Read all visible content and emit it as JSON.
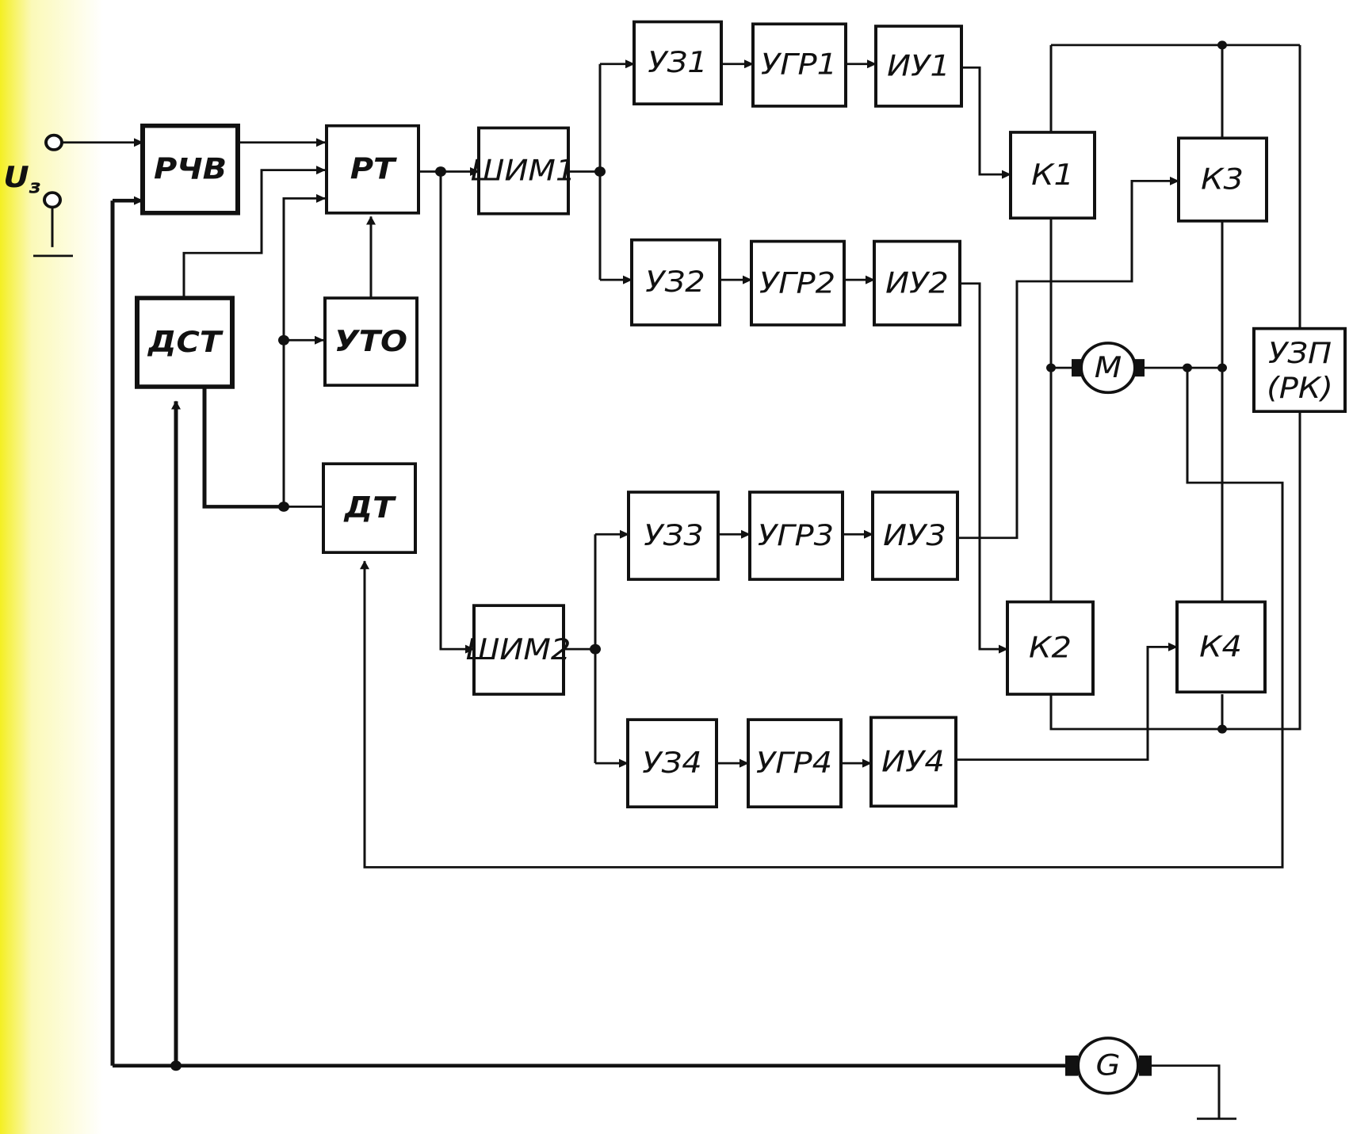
{
  "input_label": "U",
  "input_subscript": "з",
  "blocks": {
    "rchv": "РЧВ",
    "rt": "РТ",
    "dst": "ДСТ",
    "uto": "УТО",
    "dt": "ДТ",
    "shim1": "ШИМ1",
    "shim2": "ШИМ2",
    "uz1": "УЗ1",
    "ugr1": "УГР1",
    "iu1": "ИУ1",
    "uz2": "УЗ2",
    "ugr2": "УГР2",
    "iu2": "ИУ2",
    "uz3": "УЗ3",
    "ugr3": "УГР3",
    "iu3": "ИУ3",
    "uz4": "УЗ4",
    "ugr4": "УГР4",
    "iu4": "ИУ4",
    "k1": "К1",
    "k2": "К2",
    "k3": "К3",
    "k4": "К4",
    "uzp_line1": "УЗП",
    "uzp_line2": "(РК)"
  },
  "motor_label": "M",
  "generator_label": "G"
}
